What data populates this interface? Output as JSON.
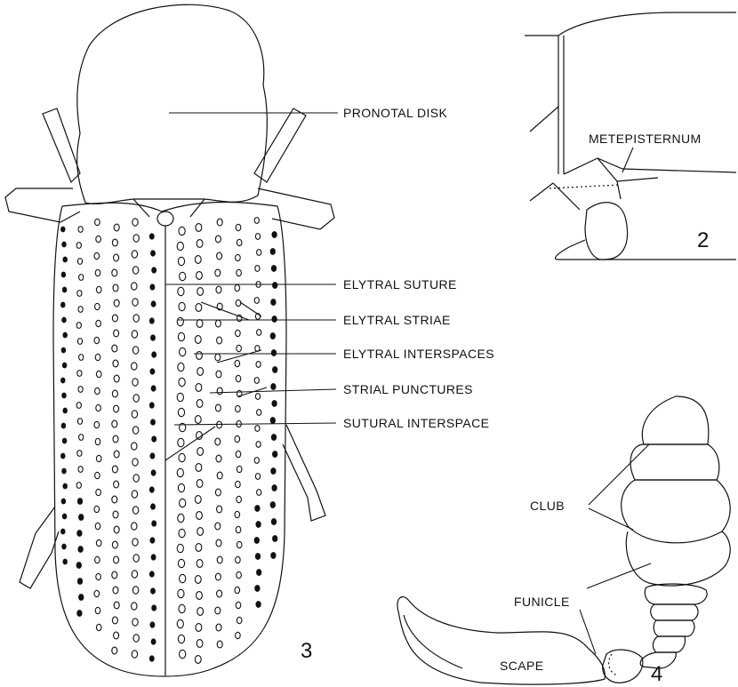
{
  "figure3": {
    "number": "3",
    "labels": {
      "pronotal_disk": "PRONOTAL DISK",
      "elytral_suture": "ELYTRAL SUTURE",
      "elytral_striae": "ELYTRAL STRIAE",
      "elytral_interspaces": "ELYTRAL INTERSPACES",
      "strial_punctures": "STRIAL PUNCTURES",
      "sutural_interspace": "SUTURAL INTERSPACE"
    }
  },
  "figure2": {
    "number": "2",
    "labels": {
      "metepisternum": "METEPISTERNUM"
    }
  },
  "figure4": {
    "number": "4",
    "labels": {
      "club": "CLUB",
      "funicle": "FUNICLE",
      "scape": "SCAPE"
    }
  },
  "colors": {
    "ink": "#111111",
    "background": "#ffffff"
  }
}
